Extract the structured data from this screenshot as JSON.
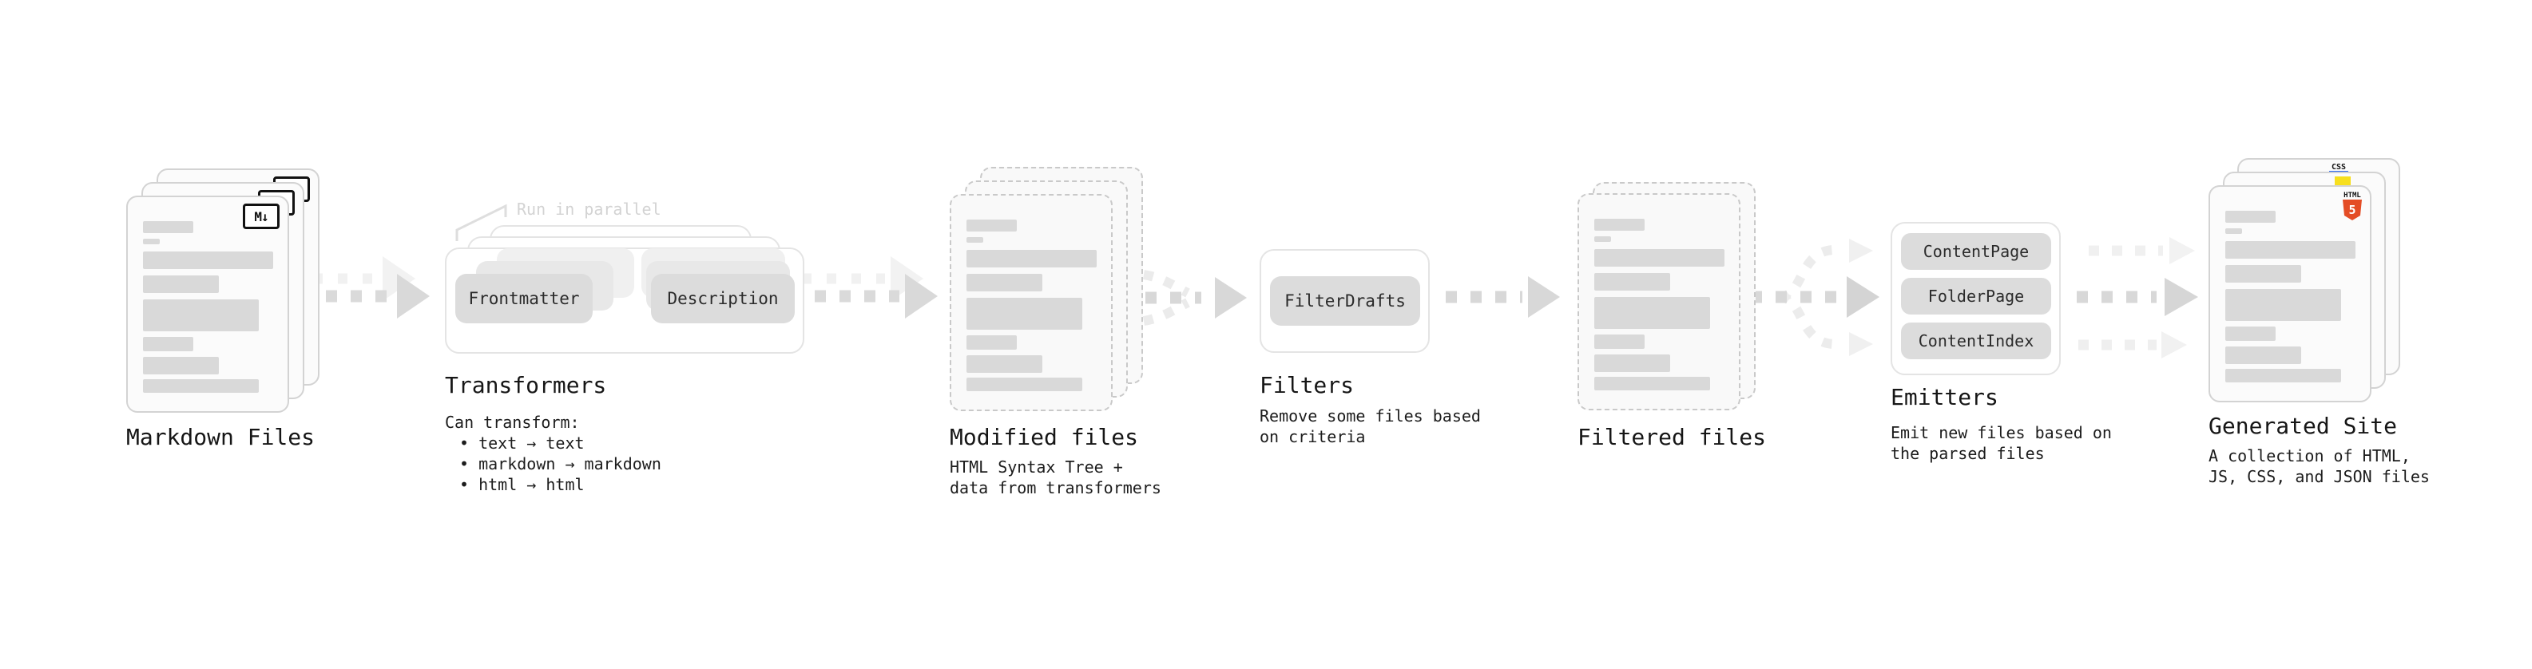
{
  "markdown_files": {
    "label": "Markdown Files",
    "badge": "M↓"
  },
  "transformers": {
    "note": "Run in parallel",
    "pill_input": "Frontmatter",
    "pill_output": "Description",
    "label": "Transformers",
    "desc_title": "Can transform:",
    "bullets": [
      "• text → text",
      "• markdown → markdown",
      "• html → html"
    ]
  },
  "modified_files": {
    "label": "Modified files",
    "subtitle": [
      "HTML Syntax Tree +",
      "data from transformers"
    ]
  },
  "filters": {
    "label": "Filters",
    "pill": "FilterDrafts",
    "subtitle": [
      "Remove some files based",
      "on criteria"
    ]
  },
  "filtered_files": {
    "label": "Filtered files"
  },
  "emitters": {
    "label": "Emitters",
    "pills": [
      "ContentPage",
      "FolderPage",
      "ContentIndex"
    ],
    "subtitle": [
      "Emit new files based on",
      "the parsed files"
    ]
  },
  "generated_site": {
    "label": "Generated Site",
    "subtitle": [
      "A collection of HTML,",
      "JS, CSS, and JSON files"
    ],
    "badges": {
      "css": "CSS",
      "html_label": "HTML",
      "html_number": "5"
    }
  },
  "colors": {
    "html5_orange": "#e44d26",
    "js_yellow": "#f7df1e",
    "css_blue": "#2965f1"
  }
}
